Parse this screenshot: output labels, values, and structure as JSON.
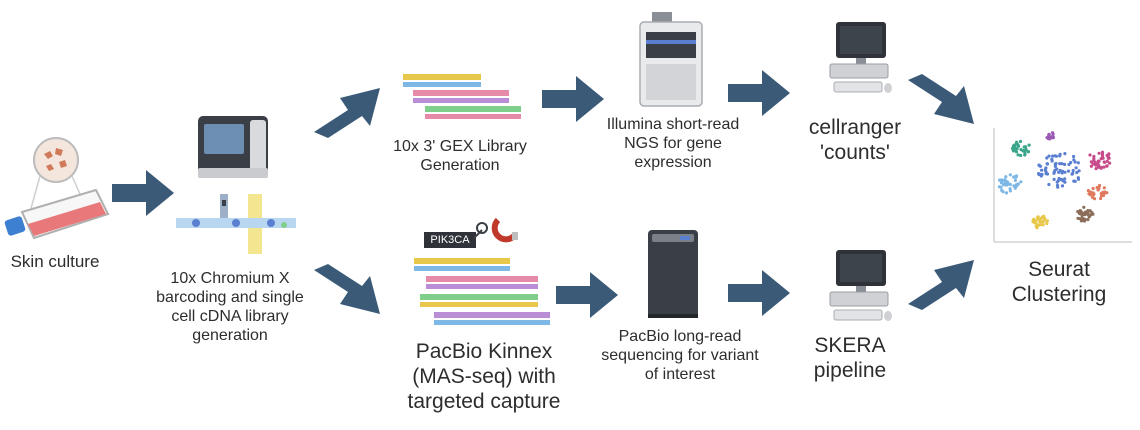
{
  "colors": {
    "arrow": "#3a5a78",
    "flask_pink": "#e8787a",
    "dna_yellow": "#e7c84a",
    "dna_blue": "#7db7e6",
    "dna_pink": "#e58aa7",
    "dna_purple": "#b98ed6",
    "dna_green": "#7fcf8a",
    "machine_dark": "#3a3f46",
    "cluster_blue": "#5b7fd0"
  },
  "labels": {
    "skin_culture": "Skin culture",
    "chromium": "10x Chromium X barcoding and single cell cDNA library generation",
    "gex_library": "10x 3' GEX Library Generation",
    "illumina": "Illumina short-read NGS for gene expression",
    "cellranger": "cellranger 'counts'",
    "kinnex": "PacBio Kinnex (MAS-seq) with targeted capture",
    "pacbio_long": "PacBio long-read sequencing for variant of interest",
    "skera": "SKERA pipeline",
    "seurat": "Seurat Clustering",
    "gene_tag": "PIK3CA"
  }
}
